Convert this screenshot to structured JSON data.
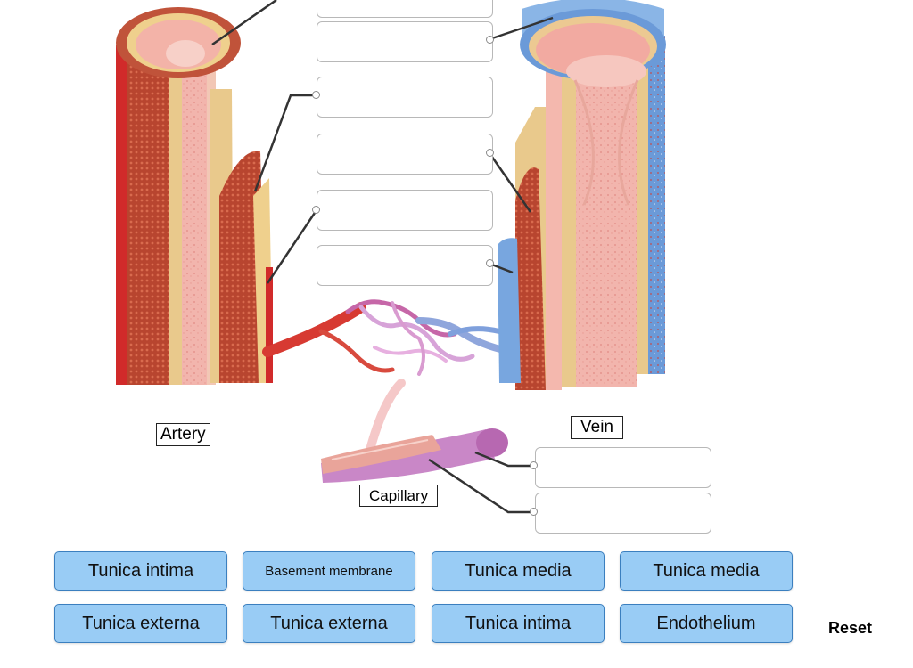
{
  "labels": {
    "artery": "Artery",
    "vein": "Vein",
    "capillary": "Capillary"
  },
  "answer_chips": [
    "Tunica intima",
    "Basement membrane",
    "Tunica media",
    "Tunica media",
    "Tunica externa",
    "Tunica externa",
    "Tunica intima",
    "Endothelium"
  ],
  "reset_label": "Reset",
  "drop_targets": [
    "",
    "",
    "",
    "",
    "",
    "",
    "",
    ""
  ],
  "colors": {
    "chip_fill": "#99ccf5",
    "chip_border": "#3b7fbf",
    "artery_red": "#c8302d",
    "vein_blue": "#5b8fd0",
    "intima_pink": "#f0a0a0"
  }
}
